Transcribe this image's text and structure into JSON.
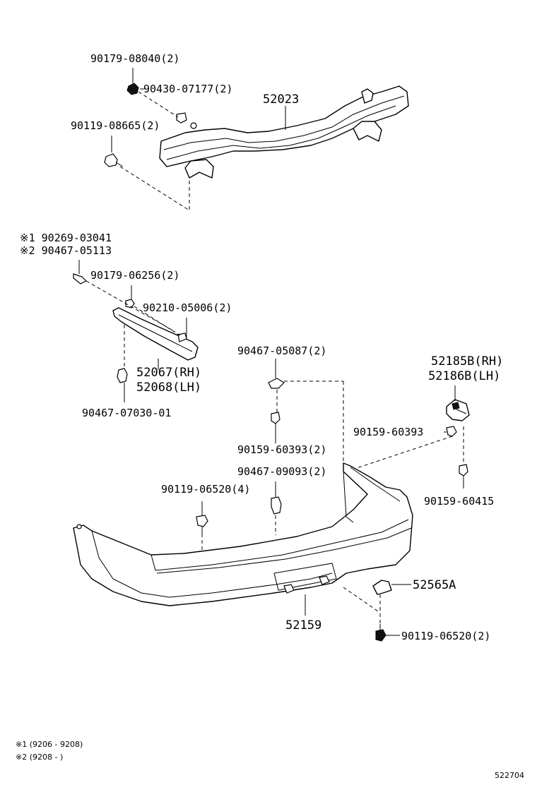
{
  "labels": {
    "p90179_08040": "90179-08040(2)",
    "p90430_07177": "90430-07177(2)",
    "p52023": "52023",
    "p90119_08665": "90119-08665(2)",
    "p90269_03041": "※1 90269-03041",
    "p90467_05113": "※2 90467-05113",
    "p90179_06256": "90179-06256(2)",
    "p90210_05006": "90210-05006(2)",
    "p52067": "52067(RH)",
    "p52068": "52068(LH)",
    "p90467_07030": "90467-07030-01",
    "p90467_05087": "90467-05087(2)",
    "p52185B": "52185B(RH)",
    "p52186B": "52186B(LH)",
    "p90159_60393_r": "90159-60393",
    "p90159_60393_c": "90159-60393(2)",
    "p90467_09093": "90467-09093(2)",
    "p90119_06520_4": "90119-06520(4)",
    "p90159_60415": "90159-60415",
    "p52565A": "52565A",
    "p52159": "52159",
    "p90119_06520_2": "90119-06520(2)"
  },
  "notes": {
    "note1": "※1 (9206 - 9208)",
    "note2": "※2 (9208 -      )"
  },
  "figure_id": "522704"
}
